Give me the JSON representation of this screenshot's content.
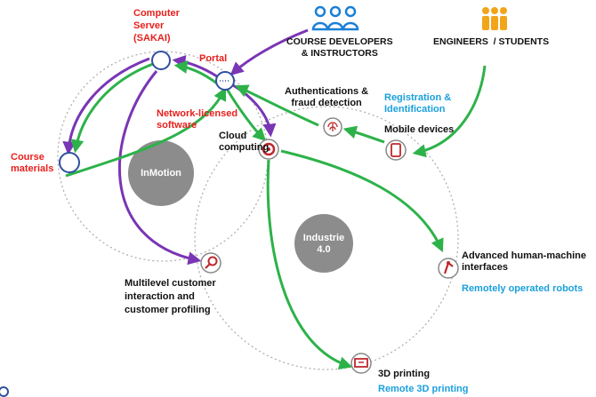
{
  "labels": {
    "computer_server": "Computer\nServer\n(SAKAI)",
    "portal": "Portal",
    "course_developers": "COURSE DEVELOPERS\n& INSTRUCTORS",
    "engineers_students": "ENGINEERS  / STUDENTS",
    "authentication": "Authentications &\nfraud detection",
    "registration": "Registration &\nIdentification",
    "mobile_devices": "Mobile devices",
    "network_licensed": "Network-licensed\nsoftware",
    "cloud_computing": "Cloud\ncomputing",
    "course_materials": "Course\nmaterials",
    "inmotion": "InMotion",
    "industrie": "Industrie\n4.0",
    "advanced_hmi": "Advanced human-machine\ninterfaces",
    "remote_robots": "Remotely operated robots",
    "multilevel": "Multilevel customer\ninteraction and\ncustomer profiling",
    "printing_3d": "3D printing",
    "remote_3d": "Remote 3D printing"
  },
  "colors": {
    "red_text": "#e8201c",
    "blue_text": "#1aa0dd",
    "purple_arrow": "#7a35b5",
    "green_arrow": "#2db24a",
    "node_blue": "#2f4f9f",
    "hub_gray": "#8c8c8c",
    "icon_red": "#c0282d",
    "people_blue": "#1a7fd6",
    "people_orange": "#f2a51a"
  }
}
